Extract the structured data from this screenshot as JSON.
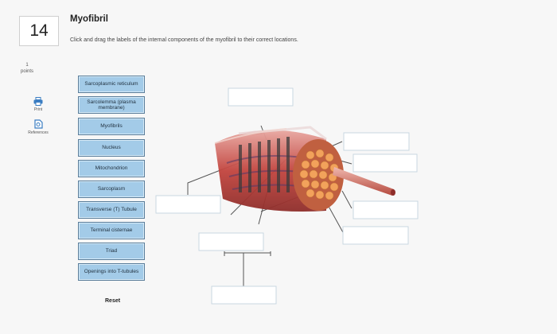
{
  "question": {
    "number": "14",
    "title": "Myofibril",
    "instructions": "Click and drag the labels of the internal components of the myofibril to their correct locations.",
    "points_value": "1",
    "points_label": "points"
  },
  "sidebar": {
    "print_label": "Print",
    "references_label": "References"
  },
  "labels": [
    "Sarcoplasmic reticulum",
    "Sarcolemma (plasma membrane)",
    "Myofibrils",
    "Nucleus",
    "Mitochondrion",
    "Sarcoplasm",
    "Transverse (T) Tubule",
    "Terminal cisternae",
    "Triad",
    "Openings into T-tubules"
  ],
  "reset_label": "Reset",
  "colors": {
    "label_bg": "#a3cbe8",
    "label_border": "#5a7d9a",
    "muscle_red": "#c2443e",
    "fiber_orange": "#f2a25b"
  }
}
